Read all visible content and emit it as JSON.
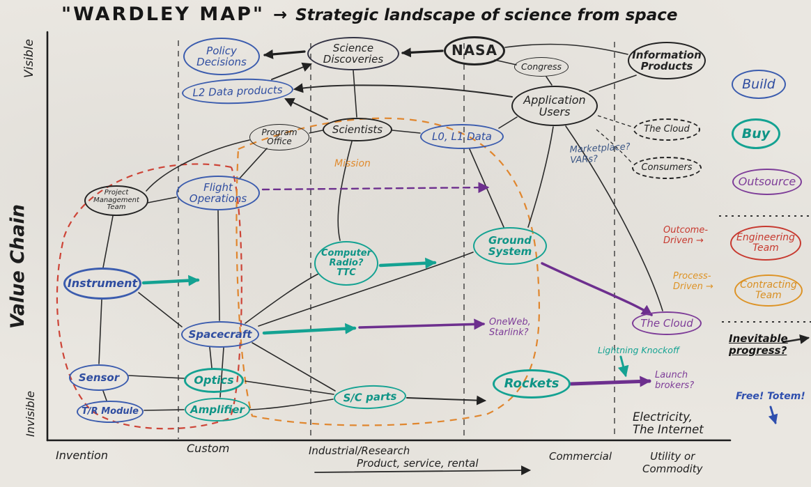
{
  "title": {
    "part1": "\"WARDLEY MAP\"",
    "arrow": "→",
    "part2": "Strategic landscape of science from space"
  },
  "axes": {
    "y_top": "Visible",
    "y_label": "Value Chain",
    "y_bottom": "Invisible",
    "x_stages": [
      "Invention",
      "Custom",
      "Industrial/Research",
      "Commercial",
      "Utility or\nCommodity"
    ],
    "x_sub": "Product, service, rental"
  },
  "nodes": {
    "policy_decisions": {
      "label": "Policy\nDecisions"
    },
    "science_discoveries": {
      "label": "Science\nDiscoveries"
    },
    "nasa": {
      "label": "NASA"
    },
    "congress": {
      "label": "Congress"
    },
    "information_products": {
      "label": "Information\nProducts"
    },
    "l2_data_products": {
      "label": "L2 Data products"
    },
    "application_users": {
      "label": "Application\nUsers"
    },
    "program_office": {
      "label": "Program\nOffice"
    },
    "scientists": {
      "label": "Scientists"
    },
    "l0l1_data": {
      "label": "L0, L1 Data"
    },
    "the_cloud_dashed": {
      "label": "The Cloud"
    },
    "consumers": {
      "label": "Consumers"
    },
    "project_management_team": {
      "label": "Project\nManagement\nTeam"
    },
    "flight_operations": {
      "label": "Flight\nOperations"
    },
    "instrument": {
      "label": "Instrument"
    },
    "computer_radio_ttc": {
      "label": "Computer\nRadio?\nTTC"
    },
    "ground_system": {
      "label": "Ground\nSystem"
    },
    "spacecraft": {
      "label": "Spacecraft"
    },
    "optics": {
      "label": "Optics"
    },
    "sensor": {
      "label": "Sensor"
    },
    "tr_module": {
      "label": "T/R Module"
    },
    "amplifier": {
      "label": "Amplifier"
    },
    "sc_parts": {
      "label": "S/C parts"
    },
    "rockets": {
      "label": "Rockets"
    },
    "the_cloud_purple": {
      "label": "The Cloud"
    }
  },
  "legend": {
    "build": "Build",
    "buy": "Buy",
    "outsource": "Outsource",
    "outcome_driven": "Outcome-\nDriven →",
    "engineering_team": "Engineering\nTeam",
    "process_driven": "Process-\nDriven →",
    "contracting_team": "Contracting\nTeam",
    "inevitable_progress": "Inevitable\nprogress?",
    "free_totem": "Free! Totem!"
  },
  "annotations": {
    "marketplace_vars": "Marketplace?\nVARs?",
    "mission": "Mission",
    "oneweb_starlink": "OneWeb,\nStarlink?",
    "lightning_knockoff": "Lightning Knockoff",
    "launch_brokers": "Launch\nbrokers?",
    "electricity_internet": "Electricity,\nThe Internet"
  },
  "colors": {
    "blue": "#3b5cae",
    "teal": "#14a292",
    "purple": "#7d3c98",
    "dark_purple": "#6d2f8e",
    "red": "#c7392f",
    "orange": "#dd9326",
    "ink": "#232323"
  }
}
